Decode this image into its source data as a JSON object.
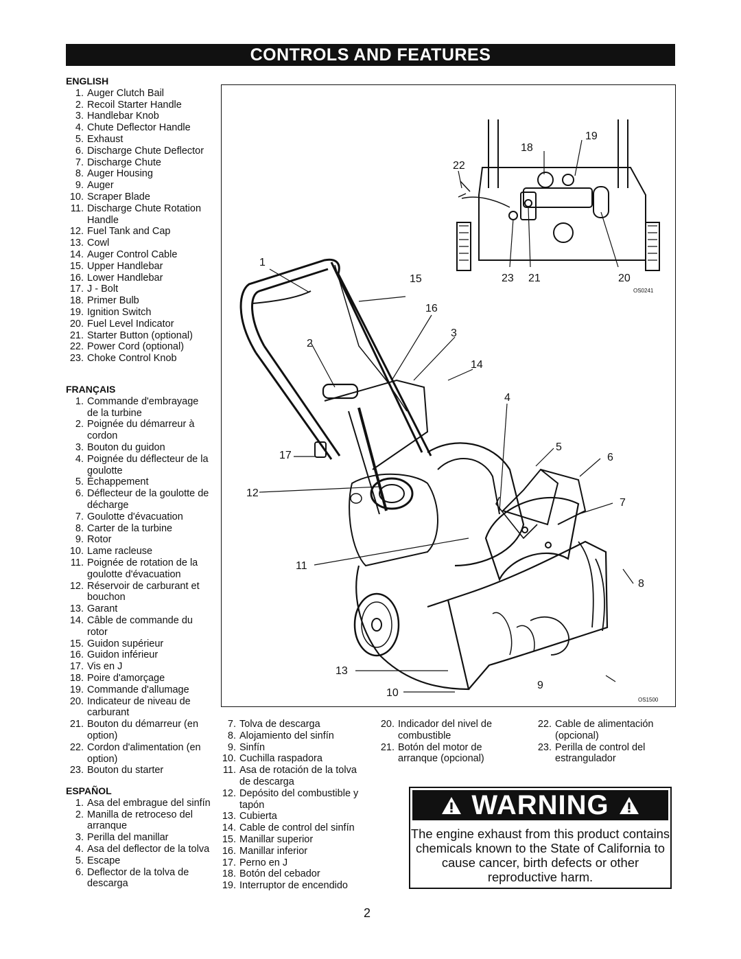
{
  "title": "CONTROLS AND FEATURES",
  "english": {
    "heading": "ENGLISH",
    "items": [
      {
        "num": "1.",
        "text": "Auger Clutch Bail"
      },
      {
        "num": "2.",
        "text": "Recoil Starter Handle"
      },
      {
        "num": "3.",
        "text": "Handlebar Knob"
      },
      {
        "num": "4.",
        "text": "Chute Deflector Handle"
      },
      {
        "num": "5.",
        "text": "Exhaust"
      },
      {
        "num": "6.",
        "text": "Discharge Chute Deflector"
      },
      {
        "num": "7.",
        "text": "Discharge Chute"
      },
      {
        "num": "8.",
        "text": "Auger Housing"
      },
      {
        "num": "9.",
        "text": "Auger"
      },
      {
        "num": "10.",
        "text": "Scraper Blade"
      },
      {
        "num": "11.",
        "text": "Discharge Chute Rotation Handle"
      },
      {
        "num": "12.",
        "text": "Fuel Tank and Cap"
      },
      {
        "num": "13.",
        "text": "Cowl"
      },
      {
        "num": "14.",
        "text": "Auger Control Cable"
      },
      {
        "num": "15.",
        "text": "Upper Handlebar"
      },
      {
        "num": "16.",
        "text": "Lower Handlebar"
      },
      {
        "num": "17.",
        "text": "J - Bolt"
      },
      {
        "num": "18.",
        "text": "Primer Bulb"
      },
      {
        "num": "19.",
        "text": "Ignition Switch"
      },
      {
        "num": "20.",
        "text": "Fuel Level Indicator"
      },
      {
        "num": "21.",
        "text": "Starter Button (optional)"
      },
      {
        "num": "22.",
        "text": "Power Cord (optional)"
      },
      {
        "num": "23.",
        "text": "Choke Control Knob"
      }
    ]
  },
  "francais": {
    "heading": "FRANÇAIS",
    "items": [
      {
        "num": "1.",
        "text": "Commande d'embrayage de la turbine"
      },
      {
        "num": "2.",
        "text": "Poignée du démarreur à cordon"
      },
      {
        "num": "3.",
        "text": "Bouton du guidon"
      },
      {
        "num": "4.",
        "text": "Poignée du déflecteur de la goulotte"
      },
      {
        "num": "5.",
        "text": "Échappement"
      },
      {
        "num": "6.",
        "text": "Déflecteur de la goulotte de décharge"
      },
      {
        "num": "7.",
        "text": "Goulotte d'évacuation"
      },
      {
        "num": "8.",
        "text": "Carter de la turbine"
      },
      {
        "num": "9.",
        "text": "Rotor"
      },
      {
        "num": "10.",
        "text": "Lame racleuse"
      },
      {
        "num": "11.",
        "text": "Poignée de rotation de la goulotte d'évacuation"
      },
      {
        "num": "12.",
        "text": "Réservoir de carburant et bouchon"
      },
      {
        "num": "13.",
        "text": "Garant"
      },
      {
        "num": "14.",
        "text": "Câble de commande du rotor"
      },
      {
        "num": "15.",
        "text": "Guidon supérieur"
      },
      {
        "num": "16.",
        "text": "Guidon inférieur"
      },
      {
        "num": "17.",
        "text": "Vis en J"
      },
      {
        "num": "18.",
        "text": "Poire d'amorçage"
      },
      {
        "num": "19.",
        "text": "Commande d'allumage"
      },
      {
        "num": "20.",
        "text": "Indicateur de niveau de carburant"
      },
      {
        "num": "21.",
        "text": "Bouton du démarreur (en option)"
      },
      {
        "num": "22.",
        "text": "Cordon d'alimentation (en option)"
      },
      {
        "num": "23.",
        "text": "Bouton du starter"
      }
    ]
  },
  "espanol": {
    "heading": "ESPAÑOL",
    "col1": [
      {
        "num": "1.",
        "text": "Asa del embrague del sinfín"
      },
      {
        "num": "2.",
        "text": "Manilla de retroceso del arranque"
      },
      {
        "num": "3.",
        "text": "Perilla del manillar"
      },
      {
        "num": "4.",
        "text": "Asa del deflector de la tolva"
      },
      {
        "num": "5.",
        "text": "Escape"
      },
      {
        "num": "6.",
        "text": "Deflector de la tolva de descarga"
      }
    ],
    "col2": [
      {
        "num": "7.",
        "text": "Tolva de descarga"
      },
      {
        "num": "8.",
        "text": "Alojamiento del sinfín"
      },
      {
        "num": "9.",
        "text": "Sinfín"
      },
      {
        "num": "10.",
        "text": "Cuchilla raspadora"
      },
      {
        "num": "11.",
        "text": "Asa de rotación de la tolva de descarga"
      },
      {
        "num": "12.",
        "text": "Depósito del combustible y tapón"
      },
      {
        "num": "13.",
        "text": "Cubierta"
      },
      {
        "num": "14.",
        "text": "Cable de control del sinfín"
      },
      {
        "num": "15.",
        "text": "Manillar superior"
      },
      {
        "num": "16.",
        "text": "Manillar inferior"
      },
      {
        "num": "17.",
        "text": "Perno en J"
      },
      {
        "num": "18.",
        "text": "Botón del cebador"
      },
      {
        "num": "19.",
        "text": "Interruptor de encendido"
      }
    ],
    "col3": [
      {
        "num": "20.",
        "text": "Indicador del nivel de combustible"
      },
      {
        "num": "21.",
        "text": "Botón del motor de arranque (opcional)"
      }
    ],
    "col4": [
      {
        "num": "22.",
        "text": "Cable de alimentación (opcional)"
      },
      {
        "num": "23.",
        "text": "Perilla de control del estrangulador"
      }
    ]
  },
  "figure": {
    "callouts": [
      "1",
      "2",
      "3",
      "4",
      "5",
      "6",
      "7",
      "8",
      "9",
      "10",
      "11",
      "12",
      "13",
      "14",
      "15",
      "16",
      "17",
      "18",
      "19",
      "20",
      "21",
      "22",
      "23"
    ],
    "code_top": "OS0241",
    "code_bottom": "OS1500"
  },
  "warning": {
    "heading": "WARNING",
    "message": "The engine exhaust from this product contains chemicals known to the State of California to cause cancer, birth defects or other reproductive harm."
  },
  "page_number": "2"
}
